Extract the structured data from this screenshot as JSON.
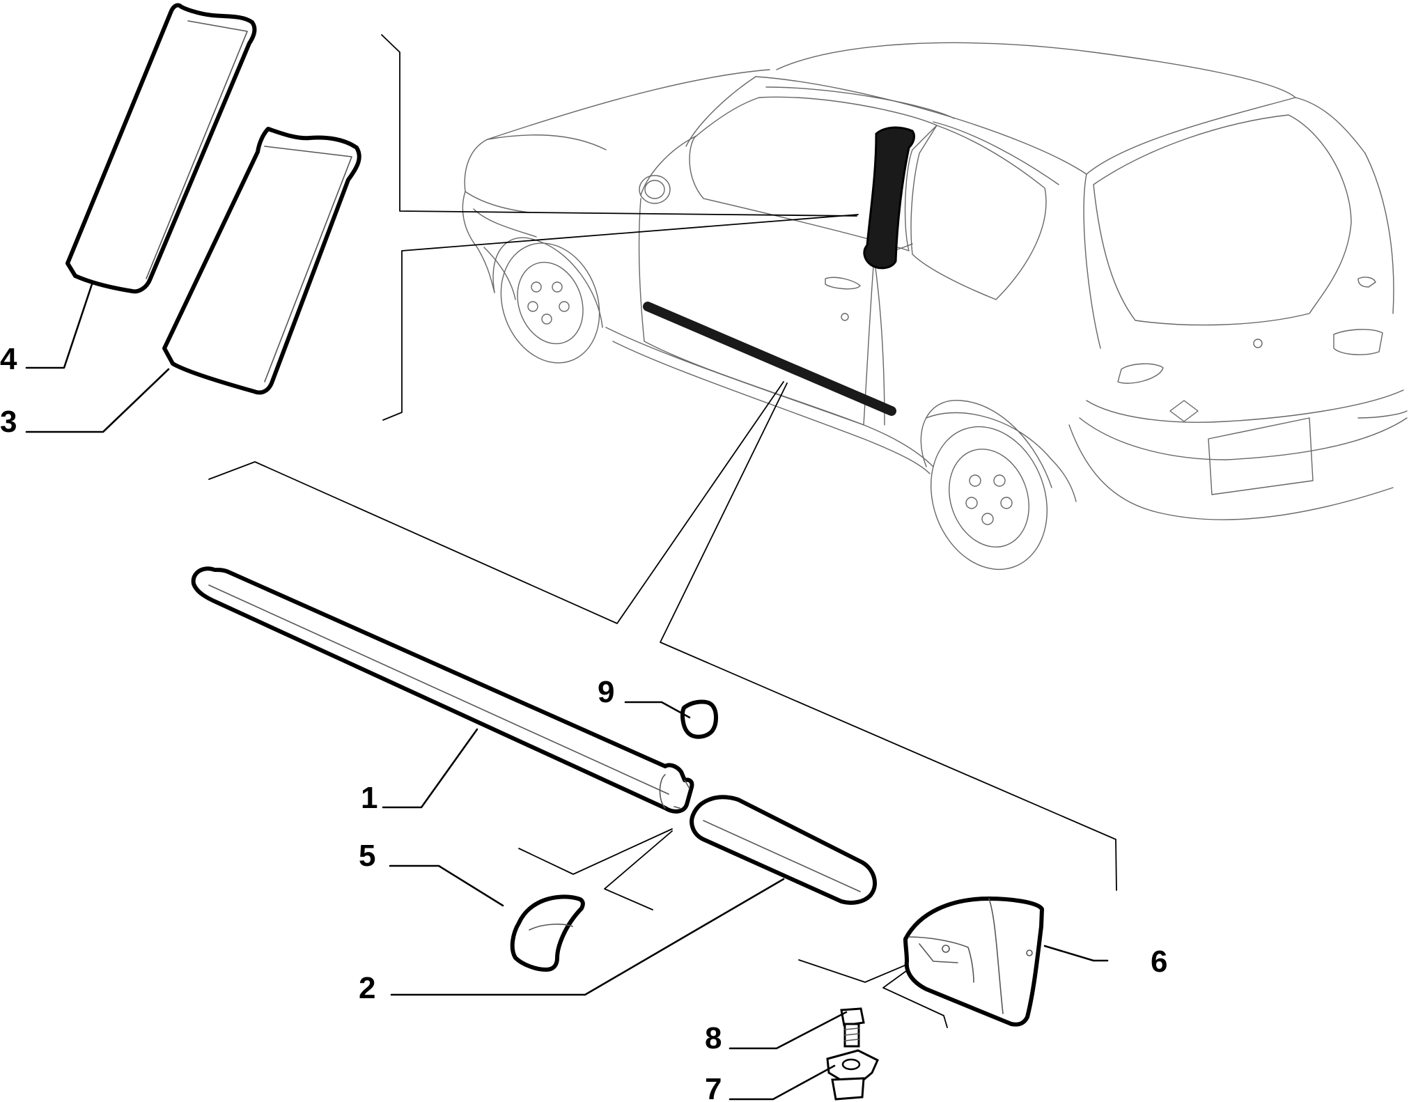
{
  "callouts": [
    {
      "id": "1",
      "text": "1"
    },
    {
      "id": "2",
      "text": "2"
    },
    {
      "id": "3",
      "text": "3"
    },
    {
      "id": "4",
      "text": "4"
    },
    {
      "id": "5",
      "text": "5"
    },
    {
      "id": "6",
      "text": "6"
    },
    {
      "id": "7",
      "text": "7"
    },
    {
      "id": "8",
      "text": "8"
    },
    {
      "id": "9",
      "text": "9"
    }
  ],
  "colors": {
    "line": "#000000",
    "car_outline": "#666666",
    "highlight": "#1a1a1a",
    "background": "#ffffff"
  }
}
